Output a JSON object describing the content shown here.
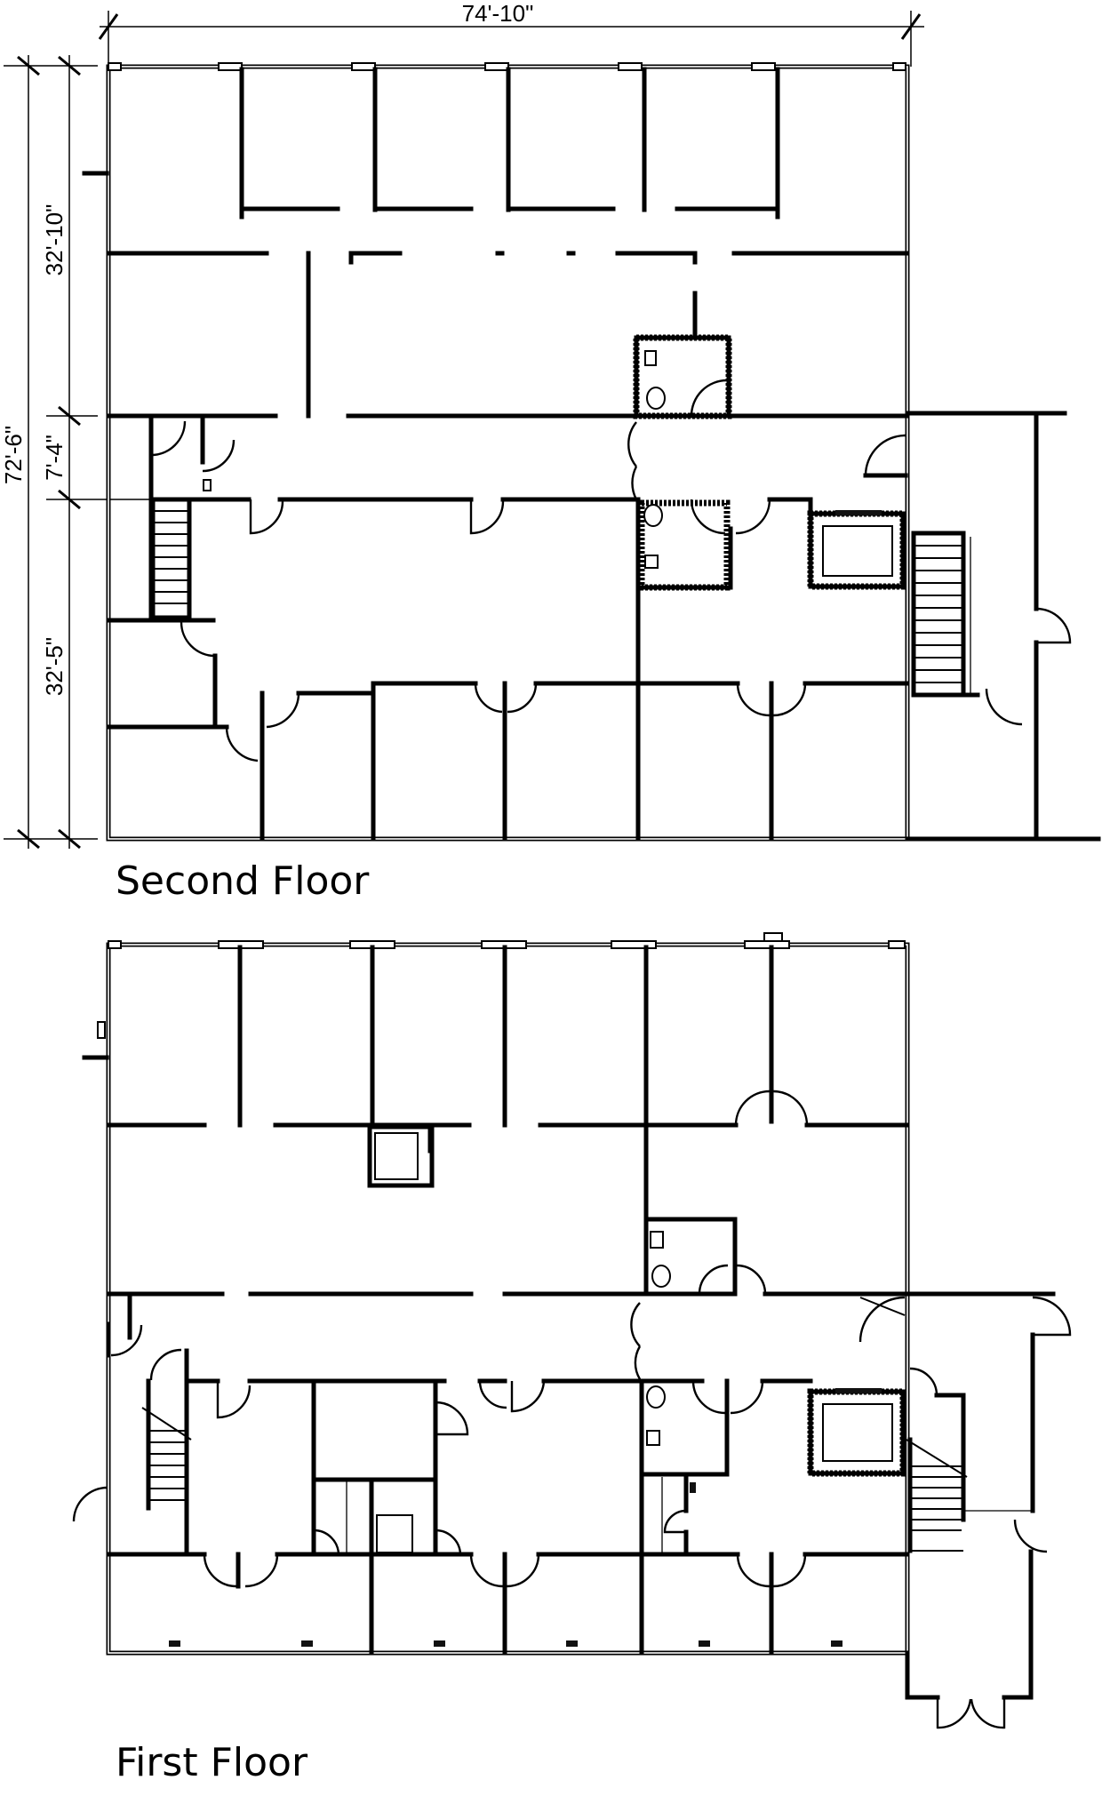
{
  "drawing": {
    "type": "architectural floor plan",
    "floors": [
      {
        "id": "second",
        "label": "Second Floor"
      },
      {
        "id": "first",
        "label": "First Floor"
      }
    ],
    "dimensions": {
      "overall_width": "74'-10\"",
      "overall_depth": "72'-6\"",
      "segments": [
        "32'-10\"",
        "7'-4\"",
        "32'-5\""
      ]
    },
    "colors": {
      "line": "#000000",
      "background": "#ffffff"
    }
  }
}
